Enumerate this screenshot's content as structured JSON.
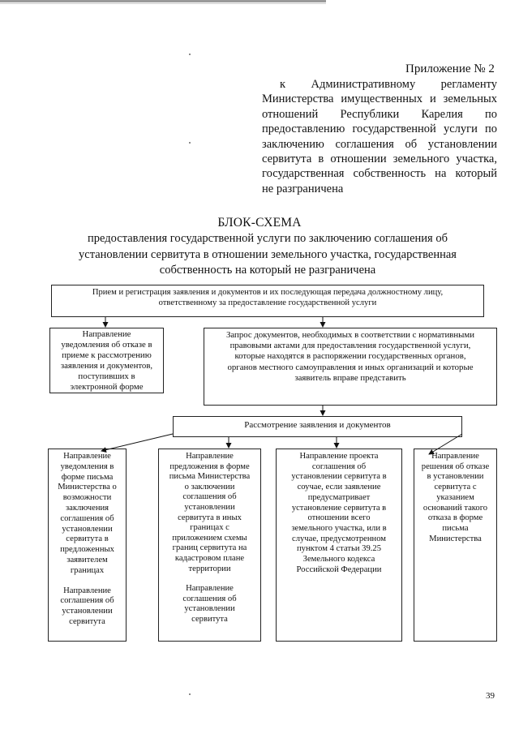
{
  "appendix": {
    "title": "Приложение № 2",
    "lines": [
      "к Административному регламенту",
      "Министерства имущественных и земельных",
      "отношений Республики Карелия по",
      "предоставлению государственной услуги по",
      "заключению соглашения об установлении",
      "сервитута в отношении земельного участка,",
      "государственная собственность на который",
      "не разграничена"
    ]
  },
  "title": "БЛОК-СХЕМА",
  "subtitle_lines": [
    "предоставления государственной услуги по заключению соглашения об",
    "установлении сервитута в отношении земельного участка, государственная",
    "собственность на который не разграничена"
  ],
  "boxes": {
    "reception": "Прием и регистрация заявления и документов и их последующая передача должностному лицу,\nответственному за предоставление государственной услуги",
    "refusal_notice": "Направление\nуведомления об отказе в\nприеме к рассмотрению\nзаявления и документов,\nпоступивших в\nэлектронной форме",
    "documents_request": "Запрос документов, необходимых в соответствии с нормативными\nправовыми актами для предоставления государственной услуги,\nкоторые находятся в распоряжении государственных органов,\nорганов местного самоуправления и иных организаций и которые\nзаявитель вправе представить",
    "review": "Рассмотрение заявления и документов",
    "outcome_1_a": "Направление\nуведомления в\nформе письма\nМинистерства о\nвозможности\nзаключения\nсоглашения об\nустановлении\nсервитута в\nпредложенных\nзаявителем\nграницах",
    "outcome_1_b": "Направление\nсоглашения об\nустановлении\nсервитута",
    "outcome_2_a": "Направление\nпредложения в форме\nписьма Министерства\nо заключении\nсоглашения об\nустановлении\nсервитута в иных\nграницах с\nприложением схемы\nграниц сервитута на\nкадастровом плане\nтерритории",
    "outcome_2_b": "Направление\nсоглашения об\nустановлении\nсервитута",
    "outcome_3": "Направление проекта\nсоглашения об\nустановлении сервитута в\nсоучае, если заявление\nпредусматривает\nустановление сервитута в\nотношении всего\nземельного участка, или в\nслучае, предусмотренном\nпунктом 4 статьи 39.25\nЗемельного кодекса\nРоссийской Федерации",
    "outcome_4": "Направление\nрешения об отказе\nв установлении\nсервитута с\nуказанием\nоснований такого\nотказа в форме\nписьма\nМинистерства"
  },
  "page_number": "39"
}
